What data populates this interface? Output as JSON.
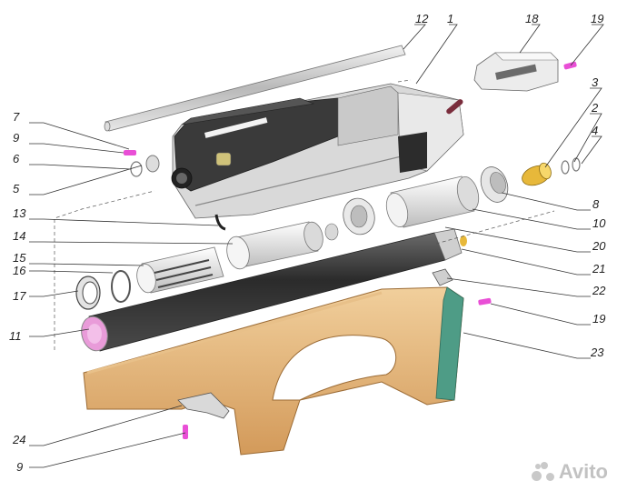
{
  "diagram": {
    "part_labels": [
      "12",
      "1",
      "18",
      "19",
      "3",
      "2",
      "4",
      "7",
      "9",
      "6",
      "5",
      "8",
      "13",
      "10",
      "14",
      "20",
      "15",
      "21",
      "16",
      "22",
      "17",
      "11",
      "19",
      "23",
      "24",
      "9"
    ]
  },
  "watermark": {
    "text": "Avito"
  },
  "colors": {
    "wood": "#dcae73",
    "wood_dark": "#c48d52",
    "metal_dark": "#3c3c3c",
    "metal_light": "#cfcfcf",
    "brass": "#e7b83a",
    "pink": "#e94fd6",
    "teal": "#4e9c86"
  }
}
